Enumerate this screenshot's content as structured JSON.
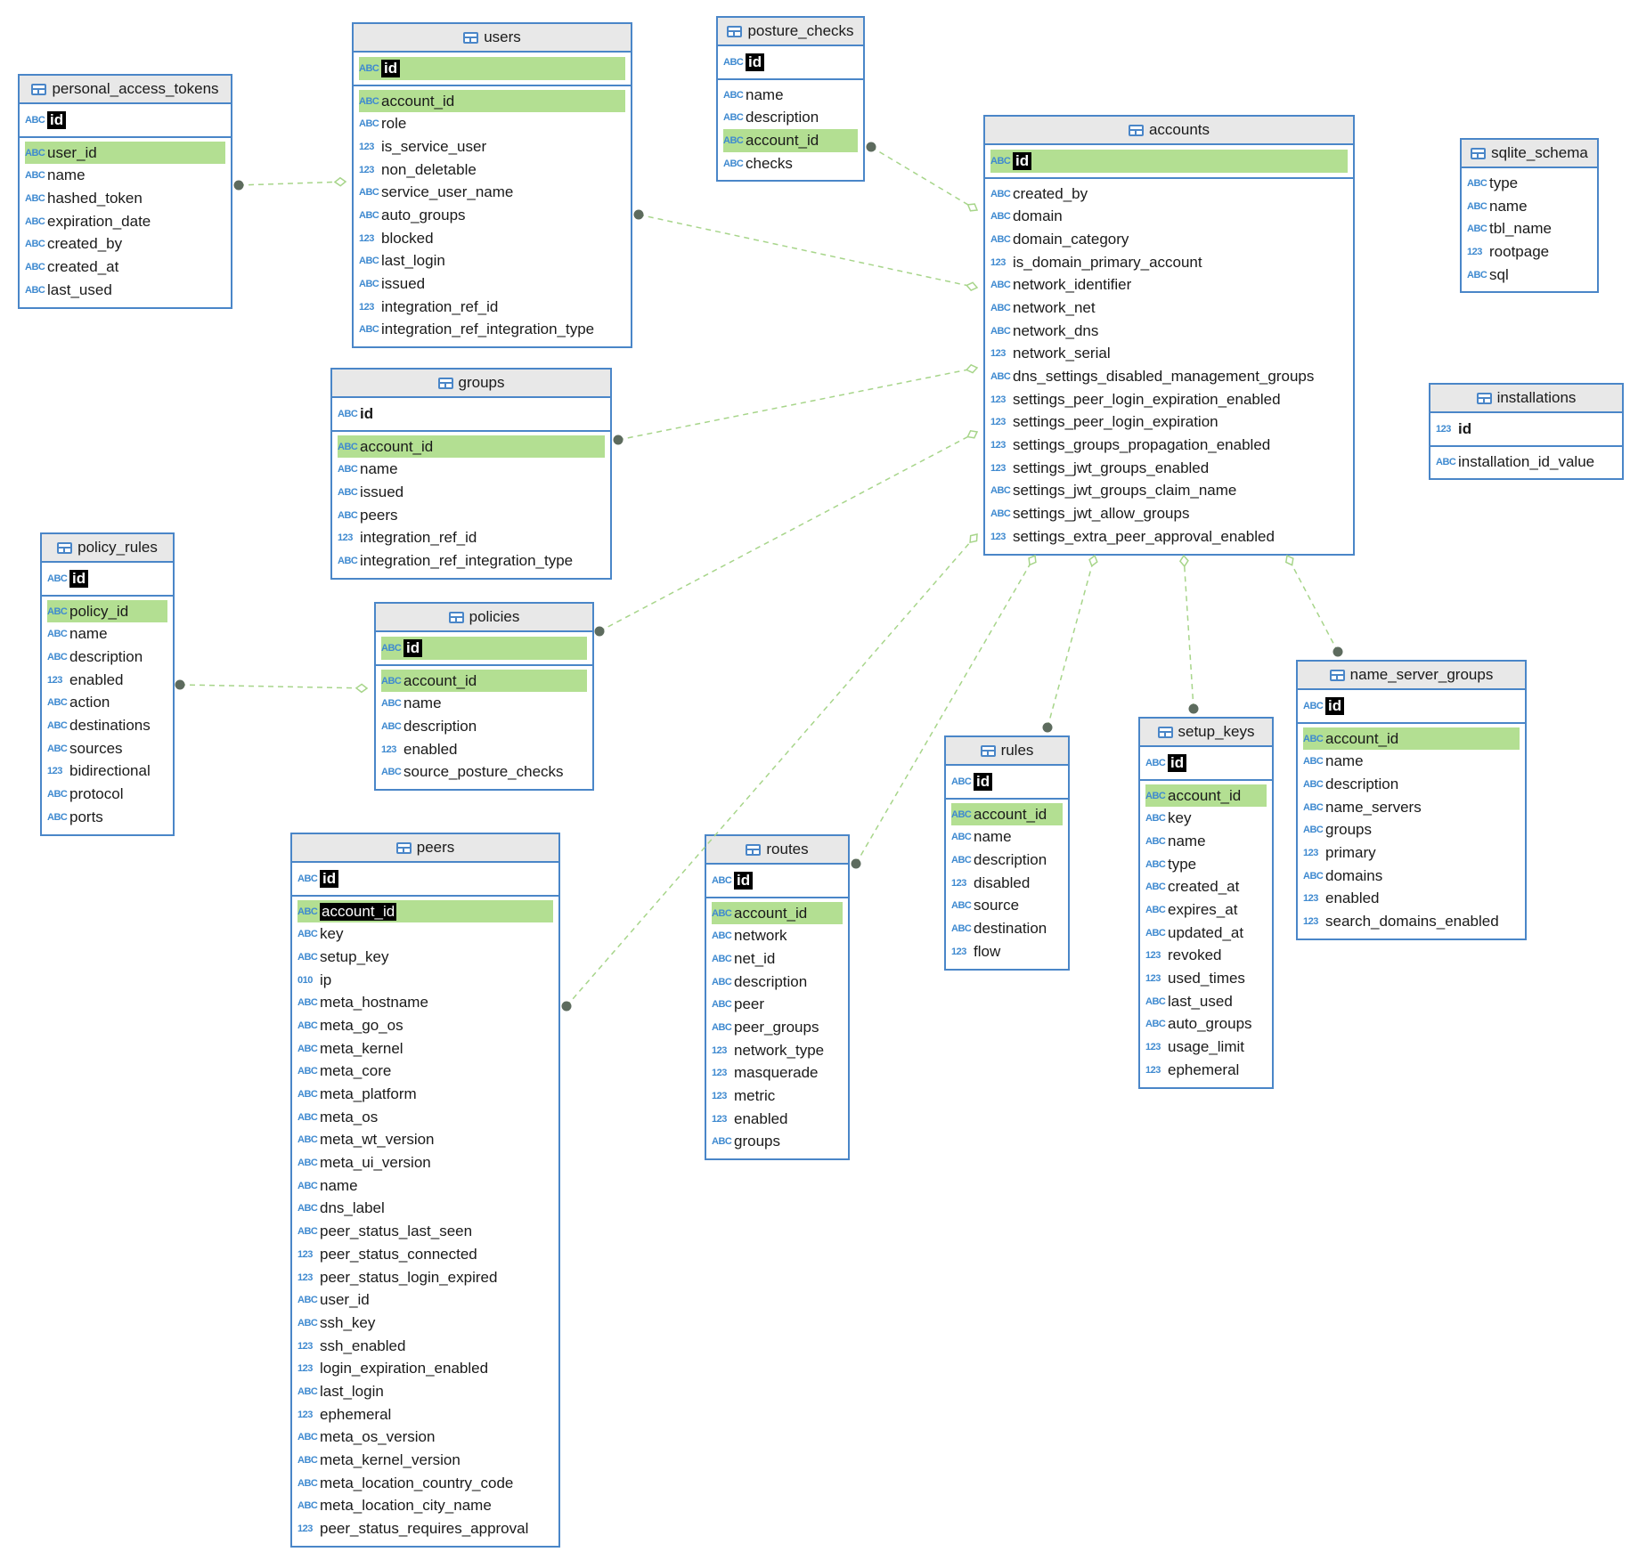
{
  "tables": [
    {
      "id": "personal_access_tokens",
      "name": "personal_access_tokens",
      "pk": {
        "name": "id",
        "type": "ABC",
        "inverted": true,
        "highlight": false
      },
      "columns": [
        {
          "name": "user_id",
          "type": "ABC",
          "highlight": true
        },
        {
          "name": "name",
          "type": "ABC"
        },
        {
          "name": "hashed_token",
          "type": "ABC"
        },
        {
          "name": "expiration_date",
          "type": "ABC"
        },
        {
          "name": "created_by",
          "type": "ABC"
        },
        {
          "name": "created_at",
          "type": "ABC"
        },
        {
          "name": "last_used",
          "type": "ABC"
        }
      ]
    },
    {
      "id": "users",
      "name": "users",
      "pk": {
        "name": "id",
        "type": "ABC",
        "inverted": true,
        "highlight": true
      },
      "columns": [
        {
          "name": "account_id",
          "type": "ABC",
          "highlight": true
        },
        {
          "name": "role",
          "type": "ABC"
        },
        {
          "name": "is_service_user",
          "type": "123"
        },
        {
          "name": "non_deletable",
          "type": "123"
        },
        {
          "name": "service_user_name",
          "type": "ABC"
        },
        {
          "name": "auto_groups",
          "type": "ABC"
        },
        {
          "name": "blocked",
          "type": "123"
        },
        {
          "name": "last_login",
          "type": "ABC"
        },
        {
          "name": "issued",
          "type": "ABC"
        },
        {
          "name": "integration_ref_id",
          "type": "123"
        },
        {
          "name": "integration_ref_integration_type",
          "type": "ABC"
        }
      ]
    },
    {
      "id": "posture_checks",
      "name": "posture_checks",
      "pk": {
        "name": "id",
        "type": "ABC",
        "inverted": true,
        "highlight": false
      },
      "columns": [
        {
          "name": "name",
          "type": "ABC"
        },
        {
          "name": "description",
          "type": "ABC"
        },
        {
          "name": "account_id",
          "type": "ABC",
          "highlight": true
        },
        {
          "name": "checks",
          "type": "ABC"
        }
      ]
    },
    {
      "id": "accounts",
      "name": "accounts",
      "pk": {
        "name": "id",
        "type": "ABC",
        "inverted": true,
        "highlight": true
      },
      "columns": [
        {
          "name": "created_by",
          "type": "ABC"
        },
        {
          "name": "domain",
          "type": "ABC"
        },
        {
          "name": "domain_category",
          "type": "ABC"
        },
        {
          "name": "is_domain_primary_account",
          "type": "123"
        },
        {
          "name": "network_identifier",
          "type": "ABC"
        },
        {
          "name": "network_net",
          "type": "ABC"
        },
        {
          "name": "network_dns",
          "type": "ABC"
        },
        {
          "name": "network_serial",
          "type": "123"
        },
        {
          "name": "dns_settings_disabled_management_groups",
          "type": "ABC"
        },
        {
          "name": "settings_peer_login_expiration_enabled",
          "type": "123"
        },
        {
          "name": "settings_peer_login_expiration",
          "type": "123"
        },
        {
          "name": "settings_groups_propagation_enabled",
          "type": "123"
        },
        {
          "name": "settings_jwt_groups_enabled",
          "type": "123"
        },
        {
          "name": "settings_jwt_groups_claim_name",
          "type": "ABC"
        },
        {
          "name": "settings_jwt_allow_groups",
          "type": "ABC"
        },
        {
          "name": "settings_extra_peer_approval_enabled",
          "type": "123"
        }
      ]
    },
    {
      "id": "sqlite_schema",
      "name": "sqlite_schema",
      "pk": null,
      "columns": [
        {
          "name": "type",
          "type": "ABC"
        },
        {
          "name": "name",
          "type": "ABC"
        },
        {
          "name": "tbl_name",
          "type": "ABC"
        },
        {
          "name": "rootpage",
          "type": "123"
        },
        {
          "name": "sql",
          "type": "ABC"
        }
      ]
    },
    {
      "id": "installations",
      "name": "installations",
      "pk": {
        "name": "id",
        "type": "123",
        "inverted": false,
        "highlight": false
      },
      "columns": [
        {
          "name": "installation_id_value",
          "type": "ABC"
        }
      ]
    },
    {
      "id": "groups",
      "name": "groups",
      "pk": {
        "name": "id",
        "type": "ABC",
        "inverted": false,
        "highlight": false
      },
      "columns": [
        {
          "name": "account_id",
          "type": "ABC",
          "highlight": true
        },
        {
          "name": "name",
          "type": "ABC"
        },
        {
          "name": "issued",
          "type": "ABC"
        },
        {
          "name": "peers",
          "type": "ABC"
        },
        {
          "name": "integration_ref_id",
          "type": "123"
        },
        {
          "name": "integration_ref_integration_type",
          "type": "ABC"
        }
      ]
    },
    {
      "id": "policy_rules",
      "name": "policy_rules",
      "pk": {
        "name": "id",
        "type": "ABC",
        "inverted": true,
        "highlight": false
      },
      "columns": [
        {
          "name": "policy_id",
          "type": "ABC",
          "highlight": true
        },
        {
          "name": "name",
          "type": "ABC"
        },
        {
          "name": "description",
          "type": "ABC"
        },
        {
          "name": "enabled",
          "type": "123"
        },
        {
          "name": "action",
          "type": "ABC"
        },
        {
          "name": "destinations",
          "type": "ABC"
        },
        {
          "name": "sources",
          "type": "ABC"
        },
        {
          "name": "bidirectional",
          "type": "123"
        },
        {
          "name": "protocol",
          "type": "ABC"
        },
        {
          "name": "ports",
          "type": "ABC"
        }
      ]
    },
    {
      "id": "policies",
      "name": "policies",
      "pk": {
        "name": "id",
        "type": "ABC",
        "inverted": true,
        "highlight": true
      },
      "columns": [
        {
          "name": "account_id",
          "type": "ABC",
          "highlight": true
        },
        {
          "name": "name",
          "type": "ABC"
        },
        {
          "name": "description",
          "type": "ABC"
        },
        {
          "name": "enabled",
          "type": "123"
        },
        {
          "name": "source_posture_checks",
          "type": "ABC"
        }
      ]
    },
    {
      "id": "peers",
      "name": "peers",
      "pk": {
        "name": "id",
        "type": "ABC",
        "inverted": true,
        "highlight": false
      },
      "columns": [
        {
          "name": "account_id",
          "type": "ABC",
          "highlight": true,
          "inverted": true
        },
        {
          "name": "key",
          "type": "ABC"
        },
        {
          "name": "setup_key",
          "type": "ABC"
        },
        {
          "name": "ip",
          "type": "bin"
        },
        {
          "name": "meta_hostname",
          "type": "ABC"
        },
        {
          "name": "meta_go_os",
          "type": "ABC"
        },
        {
          "name": "meta_kernel",
          "type": "ABC"
        },
        {
          "name": "meta_core",
          "type": "ABC"
        },
        {
          "name": "meta_platform",
          "type": "ABC"
        },
        {
          "name": "meta_os",
          "type": "ABC"
        },
        {
          "name": "meta_wt_version",
          "type": "ABC"
        },
        {
          "name": "meta_ui_version",
          "type": "ABC"
        },
        {
          "name": "name",
          "type": "ABC"
        },
        {
          "name": "dns_label",
          "type": "ABC"
        },
        {
          "name": "peer_status_last_seen",
          "type": "ABC"
        },
        {
          "name": "peer_status_connected",
          "type": "123"
        },
        {
          "name": "peer_status_login_expired",
          "type": "123"
        },
        {
          "name": "user_id",
          "type": "ABC"
        },
        {
          "name": "ssh_key",
          "type": "ABC"
        },
        {
          "name": "ssh_enabled",
          "type": "123"
        },
        {
          "name": "login_expiration_enabled",
          "type": "123"
        },
        {
          "name": "last_login",
          "type": "ABC"
        },
        {
          "name": "ephemeral",
          "type": "123"
        },
        {
          "name": "meta_os_version",
          "type": "ABC"
        },
        {
          "name": "meta_kernel_version",
          "type": "ABC"
        },
        {
          "name": "meta_location_country_code",
          "type": "ABC"
        },
        {
          "name": "meta_location_city_name",
          "type": "ABC"
        },
        {
          "name": "peer_status_requires_approval",
          "type": "123"
        }
      ]
    },
    {
      "id": "routes",
      "name": "routes",
      "pk": {
        "name": "id",
        "type": "ABC",
        "inverted": true,
        "highlight": false
      },
      "columns": [
        {
          "name": "account_id",
          "type": "ABC",
          "highlight": true
        },
        {
          "name": "network",
          "type": "ABC"
        },
        {
          "name": "net_id",
          "type": "ABC"
        },
        {
          "name": "description",
          "type": "ABC"
        },
        {
          "name": "peer",
          "type": "ABC"
        },
        {
          "name": "peer_groups",
          "type": "ABC"
        },
        {
          "name": "network_type",
          "type": "123"
        },
        {
          "name": "masquerade",
          "type": "123"
        },
        {
          "name": "metric",
          "type": "123"
        },
        {
          "name": "enabled",
          "type": "123"
        },
        {
          "name": "groups",
          "type": "ABC"
        }
      ]
    },
    {
      "id": "rules",
      "name": "rules",
      "pk": {
        "name": "id",
        "type": "ABC",
        "inverted": true,
        "highlight": false
      },
      "columns": [
        {
          "name": "account_id",
          "type": "ABC",
          "highlight": true
        },
        {
          "name": "name",
          "type": "ABC"
        },
        {
          "name": "description",
          "type": "ABC"
        },
        {
          "name": "disabled",
          "type": "123"
        },
        {
          "name": "source",
          "type": "ABC"
        },
        {
          "name": "destination",
          "type": "ABC"
        },
        {
          "name": "flow",
          "type": "123"
        }
      ]
    },
    {
      "id": "setup_keys",
      "name": "setup_keys",
      "pk": {
        "name": "id",
        "type": "ABC",
        "inverted": true,
        "highlight": false
      },
      "columns": [
        {
          "name": "account_id",
          "type": "ABC",
          "highlight": true
        },
        {
          "name": "key",
          "type": "ABC"
        },
        {
          "name": "name",
          "type": "ABC"
        },
        {
          "name": "type",
          "type": "ABC"
        },
        {
          "name": "created_at",
          "type": "ABC"
        },
        {
          "name": "expires_at",
          "type": "ABC"
        },
        {
          "name": "updated_at",
          "type": "ABC"
        },
        {
          "name": "revoked",
          "type": "123"
        },
        {
          "name": "used_times",
          "type": "123"
        },
        {
          "name": "last_used",
          "type": "ABC"
        },
        {
          "name": "auto_groups",
          "type": "ABC"
        },
        {
          "name": "usage_limit",
          "type": "123"
        },
        {
          "name": "ephemeral",
          "type": "123"
        }
      ]
    },
    {
      "id": "name_server_groups",
      "name": "name_server_groups",
      "pk": {
        "name": "id",
        "type": "ABC",
        "inverted": true,
        "highlight": false
      },
      "columns": [
        {
          "name": "account_id",
          "type": "ABC",
          "highlight": true
        },
        {
          "name": "name",
          "type": "ABC"
        },
        {
          "name": "description",
          "type": "ABC"
        },
        {
          "name": "name_servers",
          "type": "ABC"
        },
        {
          "name": "groups",
          "type": "ABC"
        },
        {
          "name": "primary",
          "type": "123"
        },
        {
          "name": "domains",
          "type": "ABC"
        },
        {
          "name": "enabled",
          "type": "123"
        },
        {
          "name": "search_domains_enabled",
          "type": "123"
        }
      ]
    }
  ],
  "relations": [
    {
      "from": "personal_access_tokens",
      "to": "users"
    },
    {
      "from": "users",
      "to": "accounts"
    },
    {
      "from": "posture_checks",
      "to": "accounts"
    },
    {
      "from": "groups",
      "to": "accounts"
    },
    {
      "from": "policies",
      "to": "accounts"
    },
    {
      "from": "peers",
      "to": "accounts"
    },
    {
      "from": "routes",
      "to": "accounts"
    },
    {
      "from": "rules",
      "to": "accounts"
    },
    {
      "from": "setup_keys",
      "to": "accounts"
    },
    {
      "from": "name_server_groups",
      "to": "accounts"
    },
    {
      "from": "policy_rules",
      "to": "policies"
    }
  ],
  "colors": {
    "border": "#4a86c8",
    "highlight": "#b3df92",
    "relation": "#a7d58a",
    "dot": "#5d6b5e",
    "type_icon": "#3f8ad0"
  }
}
